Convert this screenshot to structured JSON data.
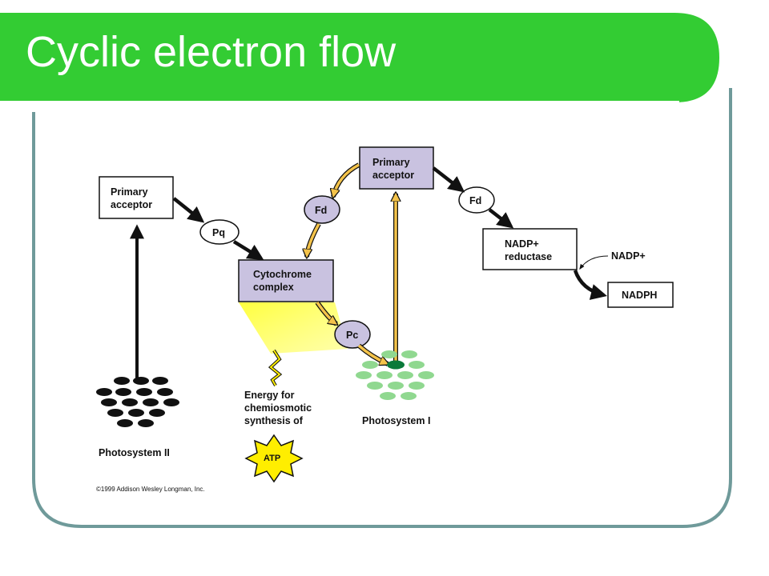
{
  "slide": {
    "title": "Cyclic electron flow",
    "accent_color": "#33cc33",
    "frame_color": "#6f9a9a"
  },
  "diagram": {
    "ps2_primary_acceptor": "Primary\nacceptor",
    "pq": "Pq",
    "cytochrome_complex": "Cytochrome\ncomplex",
    "fd_left": "Fd",
    "pc": "Pc",
    "ps1_primary_acceptor": "Primary\nacceptor",
    "fd_right": "Fd",
    "nadp_reductase": "NADP+\nreductase",
    "nadp_plus": "NADP+",
    "nadph": "NADPH",
    "energy_text": "Energy for\nchemiosmotic\nsynthesis of",
    "atp": "ATP",
    "photosystem_ii": "Photosystem II",
    "photosystem_i": "Photosystem I",
    "copyright": "©1999 Addison Wesley Longman, Inc.",
    "colors": {
      "cytochrome_fill": "#c9c2e0",
      "cyclic_arrow": "#f4c34a",
      "ps1_dots": "#90d890",
      "ps1_reaction_center": "#0a7a3a",
      "energy_glow": "#ffff33",
      "atp_star": "#ffee00"
    }
  }
}
